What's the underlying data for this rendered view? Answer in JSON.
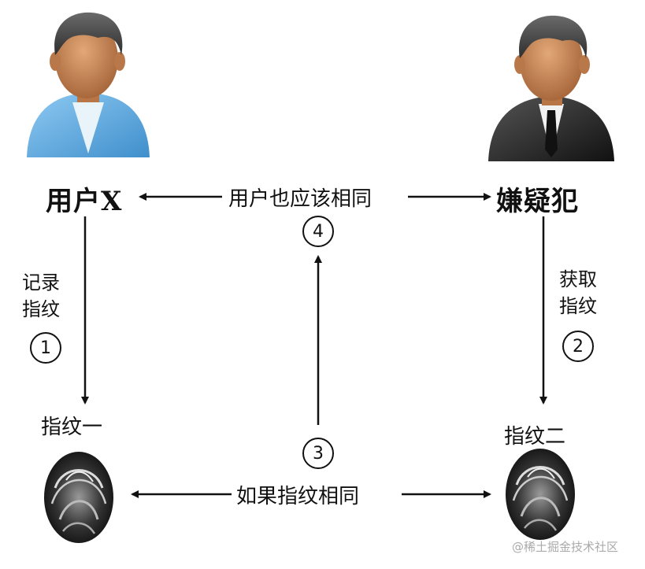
{
  "nodes": {
    "user": "用户X",
    "suspect": "嫌疑犯",
    "fingerprint1": "指纹一",
    "fingerprint2": "指纹二"
  },
  "edges": {
    "top": "用户也应该相同",
    "left_line1": "记录",
    "left_line2": "指纹",
    "right_line1": "获取",
    "right_line2": "指纹",
    "bottom": "如果指纹相同"
  },
  "steps": [
    "1",
    "2",
    "3",
    "4"
  ],
  "watermark": "@稀土掘金技术社区",
  "colors": {
    "user_shirt": "#6fb6e8",
    "suspect_suit": "#2b2b2b",
    "skin": "#c8895a",
    "hair": "#4a4a4a"
  }
}
